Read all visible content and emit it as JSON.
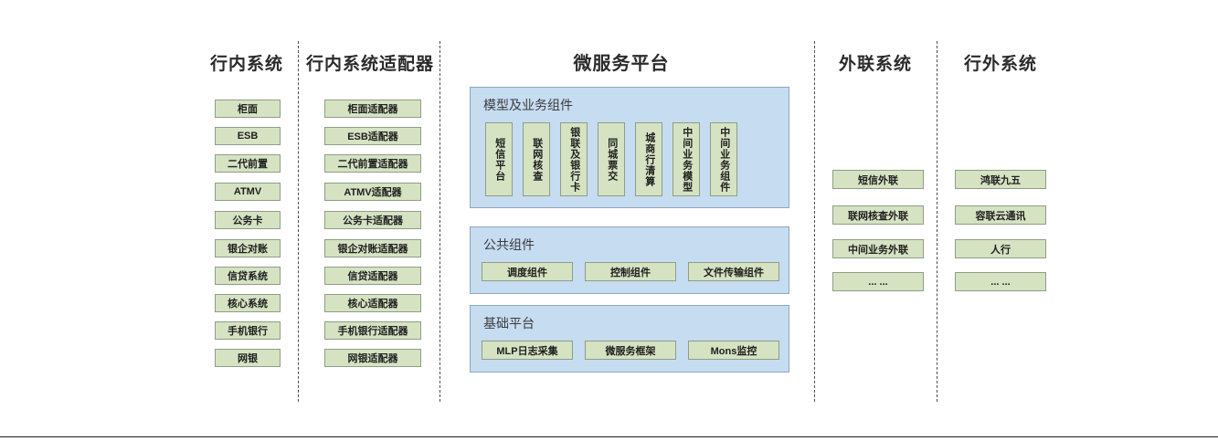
{
  "diagram": {
    "background": "#ffffff",
    "box_fill": "#d5e3c3",
    "box_border": "#8e9e86",
    "panel_fill": "#c6dcf1",
    "panel_border": "#8fa7bd",
    "divider_color": "#4d4d4d"
  },
  "columns": [
    {
      "id": "intranet-systems",
      "title": "行内系统",
      "items": [
        "柜面",
        "ESB",
        "二代前置",
        "ATMV",
        "公务卡",
        "银企对账",
        "信贷系统",
        "核心系统",
        "手机银行",
        "网银"
      ]
    },
    {
      "id": "intranet-adapters",
      "title": "行内系统适配器",
      "items": [
        "柜面适配器",
        "ESB适配器",
        "二代前置适配器",
        "ATMV适配器",
        "公务卡适配器",
        "银企对账适配器",
        "信贷适配器",
        "核心适配器",
        "手机银行适配器",
        "网银适配器"
      ]
    },
    {
      "id": "microservice-platform",
      "title": "微服务平台",
      "panels": [
        {
          "id": "model-business-components",
          "title": "模型及业务组件",
          "orientation": "vertical",
          "items": [
            "短信平台",
            "联网核查",
            "银联及银行卡",
            "同城票交",
            "城商行清算",
            "中间业务模型",
            "中间业务组件"
          ]
        },
        {
          "id": "public-components",
          "title": "公共组件",
          "orientation": "horizontal",
          "items": [
            "调度组件",
            "控制组件",
            "文件传输组件"
          ]
        },
        {
          "id": "base-platform",
          "title": "基础平台",
          "orientation": "horizontal",
          "items": [
            "MLP日志采集",
            "微服务框架",
            "Mons监控"
          ]
        }
      ]
    },
    {
      "id": "external-link-systems",
      "title": "外联系统",
      "items": [
        "短信外联",
        "联网核查外联",
        "中间业务外联",
        "... ..."
      ]
    },
    {
      "id": "outside-bank-systems",
      "title": "行外系统",
      "items": [
        "鸿联九五",
        "容联云通讯",
        "人行",
        "... ..."
      ]
    }
  ]
}
